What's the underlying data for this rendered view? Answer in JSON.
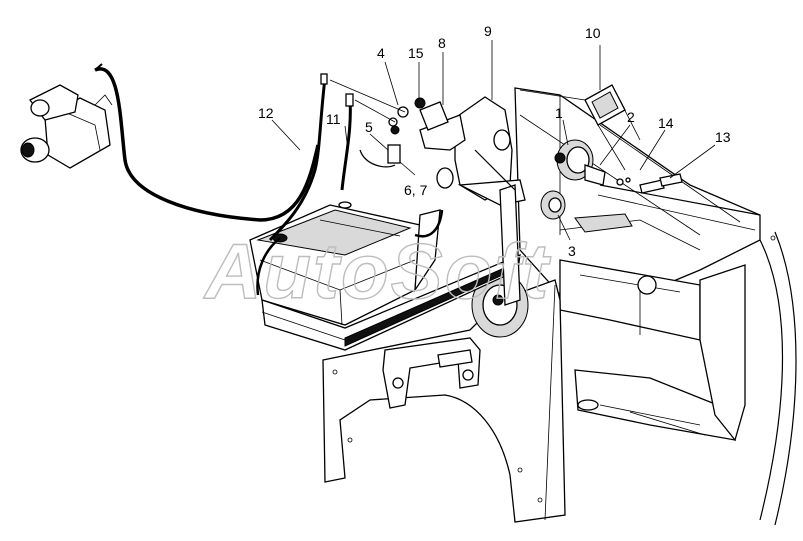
{
  "watermark": "AutoSoft",
  "callouts": [
    {
      "id": "1",
      "label": "1"
    },
    {
      "id": "2",
      "label": "2"
    },
    {
      "id": "3",
      "label": "3"
    },
    {
      "id": "4",
      "label": "4"
    },
    {
      "id": "5",
      "label": "5"
    },
    {
      "id": "6-7",
      "label": "6, 7"
    },
    {
      "id": "8",
      "label": "8"
    },
    {
      "id": "9",
      "label": "9"
    },
    {
      "id": "10",
      "label": "10"
    },
    {
      "id": "11",
      "label": "11"
    },
    {
      "id": "12",
      "label": "12"
    },
    {
      "id": "13",
      "label": "13"
    },
    {
      "id": "14",
      "label": "14"
    },
    {
      "id": "15",
      "label": "15"
    }
  ]
}
